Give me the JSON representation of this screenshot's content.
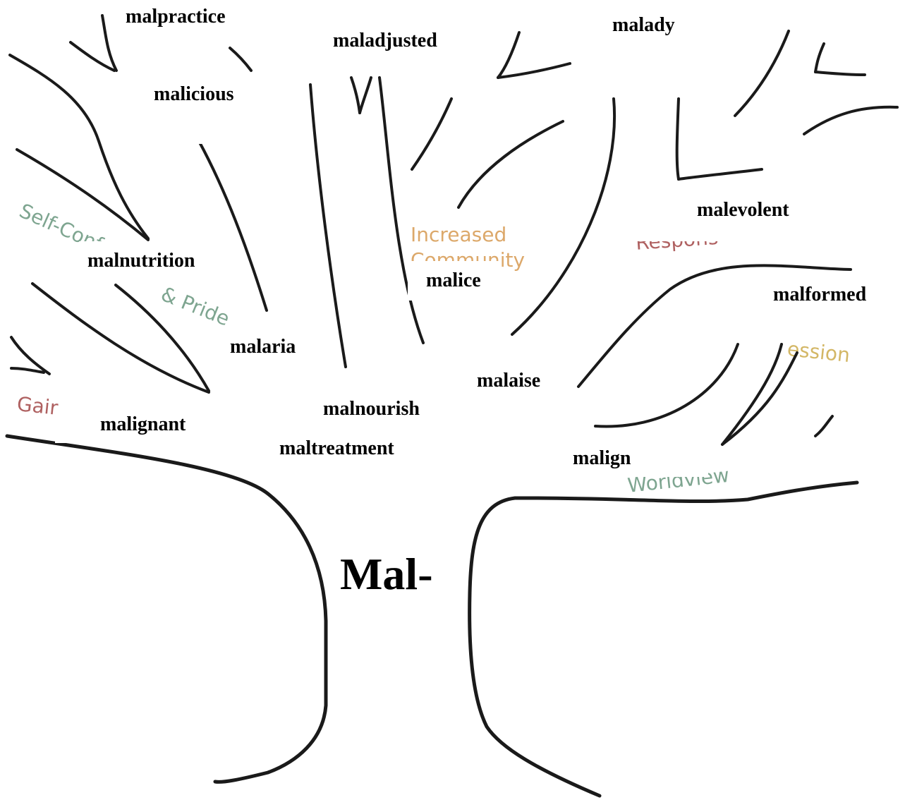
{
  "root_word": "Mal-",
  "words": [
    {
      "id": "malpractice",
      "text": "malpractice"
    },
    {
      "id": "maladjusted",
      "text": "maladjusted"
    },
    {
      "id": "malady",
      "text": "malady"
    },
    {
      "id": "malicious",
      "text": "malicious"
    },
    {
      "id": "malevolent",
      "text": "malevolent"
    },
    {
      "id": "malnutrition",
      "text": "malnutrition"
    },
    {
      "id": "malice",
      "text": "malice"
    },
    {
      "id": "malformed",
      "text": "malformed"
    },
    {
      "id": "malaria",
      "text": "malaria"
    },
    {
      "id": "malaise",
      "text": "malaise"
    },
    {
      "id": "malnourish",
      "text": "malnourish"
    },
    {
      "id": "malignant",
      "text": "malignant"
    },
    {
      "id": "maltreatment",
      "text": "maltreatment"
    },
    {
      "id": "malign",
      "text": "malign"
    }
  ],
  "background_text": [
    {
      "id": "self-confidence",
      "text": "Self-Conf",
      "color": "#5e8f75"
    },
    {
      "id": "pride",
      "text": "& Pride",
      "color": "#5e8f75"
    },
    {
      "id": "increased",
      "text": "Increased",
      "color": "#d49346"
    },
    {
      "id": "community",
      "text": "Community",
      "color": "#d49346"
    },
    {
      "id": "responsibility",
      "text": "Respons",
      "color": "#9c3a3a"
    },
    {
      "id": "expression",
      "text": "ession",
      "color": "#c9a640"
    },
    {
      "id": "gain",
      "text": "Gair",
      "color": "#9c3a3a"
    },
    {
      "id": "worldview",
      "text": "Worldview",
      "color": "#5e8f75"
    }
  ],
  "colors": {
    "branch": "#1a1a1a",
    "background": "#ffffff"
  }
}
